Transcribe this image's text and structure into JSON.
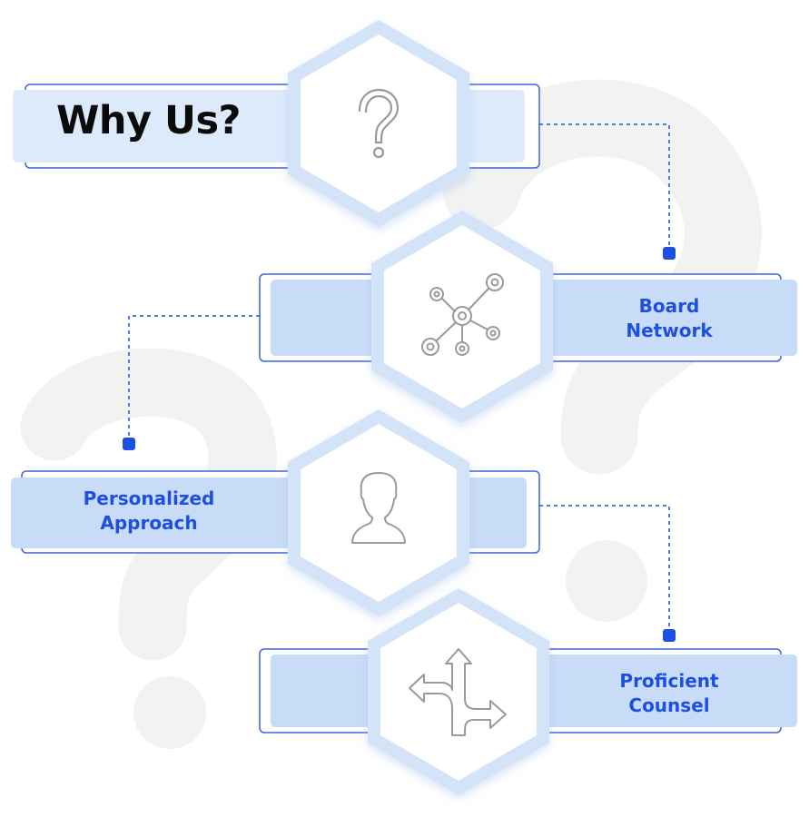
{
  "title": "Why Us?",
  "items": [
    {
      "label_line1": "Board",
      "label_line2": "Network",
      "icon": "network-icon"
    },
    {
      "label_line1": "Personalized",
      "label_line2": "Approach",
      "icon": "person-icon"
    },
    {
      "label_line1": "Proficient",
      "label_line2": "Counsel",
      "icon": "split-arrows-icon"
    }
  ],
  "header_icon": "question-mark-icon",
  "colors": {
    "accent": "#1f4fe0",
    "band_fill": "#c9dcf7",
    "band_light": "#ddeafb",
    "border": "#3e64d8",
    "hex_ring": "#cfe0f7",
    "connector": "#1f4fe0",
    "watermark": "#f2f2f2",
    "icon_stroke": "#9a9a9a"
  }
}
